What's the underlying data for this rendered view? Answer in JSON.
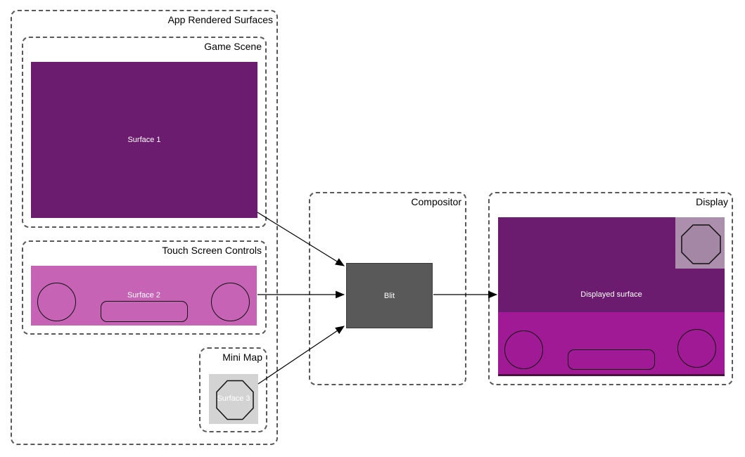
{
  "diagram": {
    "app_rendered_surfaces": {
      "label": "App Rendered Surfaces",
      "game_scene": {
        "label": "Game Scene",
        "surface1": {
          "label": "Surface 1",
          "color": "#6B1C6E"
        }
      },
      "touch_screen_controls": {
        "label": "Touch Screen Controls",
        "surface2": {
          "label": "Surface 2",
          "color": "#C663B5"
        }
      },
      "mini_map": {
        "label": "Mini Map",
        "surface3": {
          "label": "Surface 3",
          "color": "#D3D3D3"
        }
      }
    },
    "compositor": {
      "label": "Compositor",
      "blit": {
        "label": "Blit",
        "color": "#595959"
      }
    },
    "display": {
      "label": "Display",
      "displayed_surface": {
        "label": "Displayed surface",
        "top_color": "#6B1C6E",
        "bottom_color": "#A11A95",
        "overlay_color": "#D3D3D3"
      }
    },
    "connections": [
      {
        "from": "Surface 1",
        "to": "Blit"
      },
      {
        "from": "Surface 2",
        "to": "Blit"
      },
      {
        "from": "Surface 3",
        "to": "Blit"
      },
      {
        "from": "Blit",
        "to": "Displayed surface"
      }
    ],
    "border_color": "#595959"
  }
}
